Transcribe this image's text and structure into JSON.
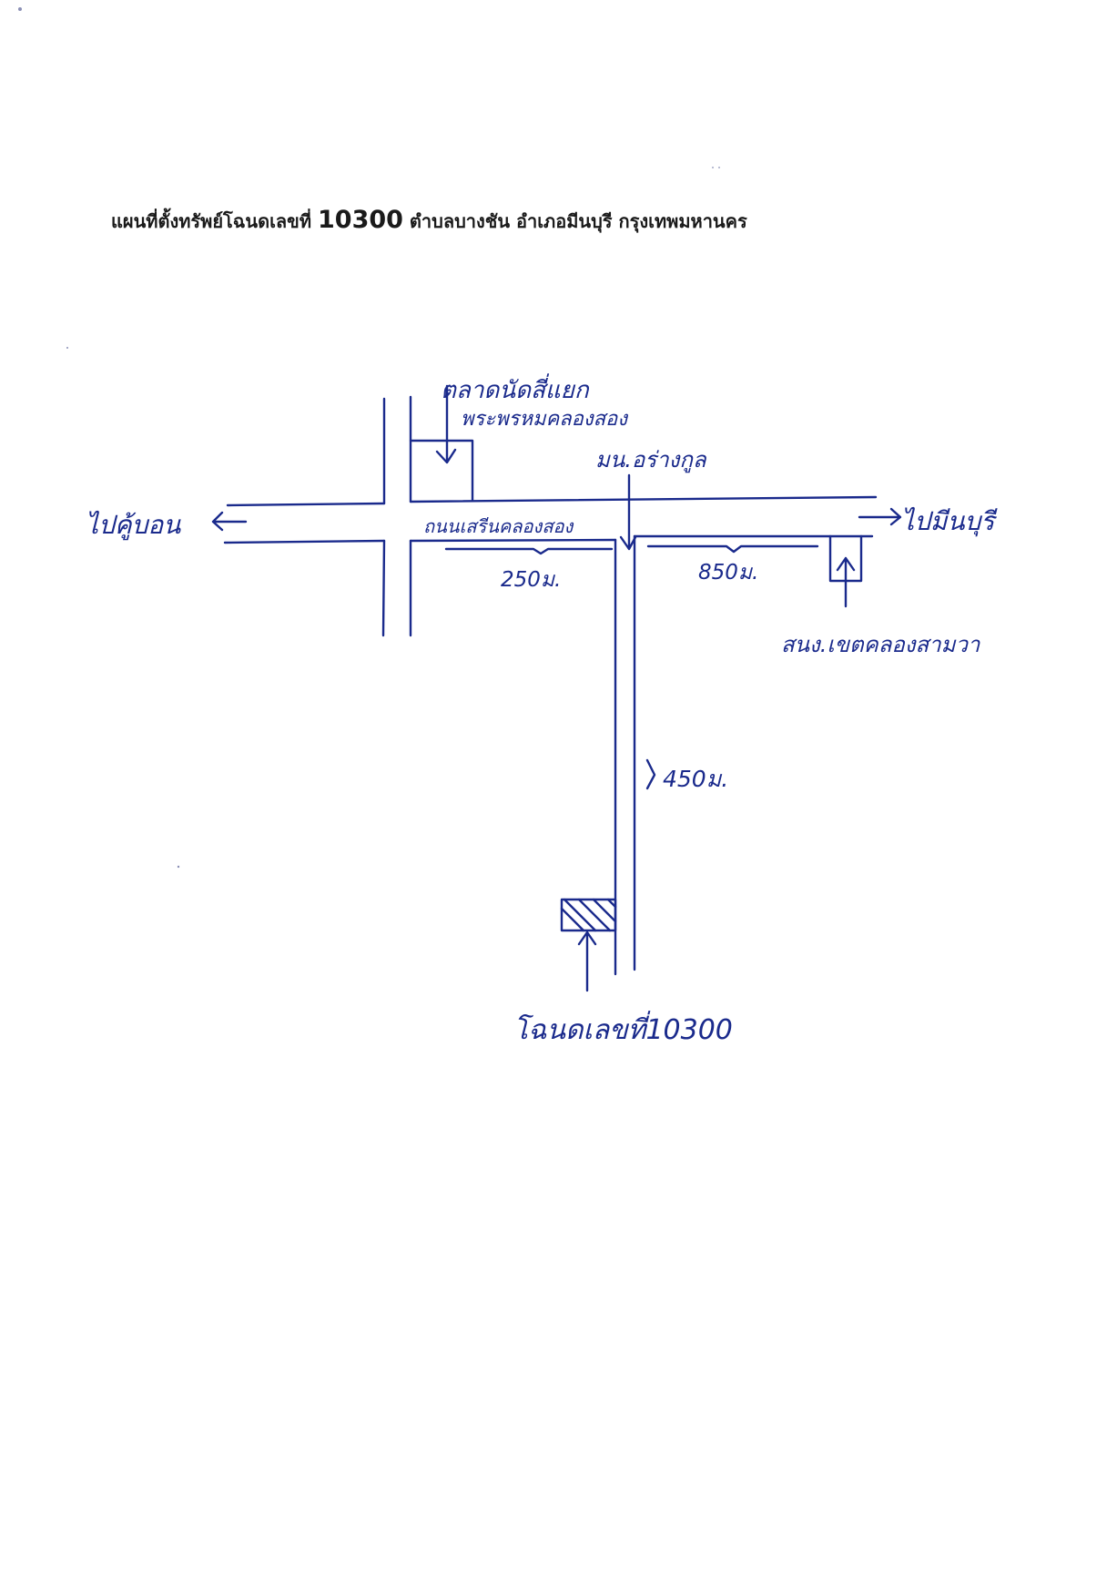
{
  "title": {
    "prefix": "แผนที่ตั้งทรัพย์โฉนดเลขที่",
    "number": "10300",
    "suffix": "ตำบลบางชัน อำเภอมีนบุรี กรุงเทพมหานคร"
  },
  "labels": {
    "market_line1": "ตลาดนัดสี่แยก",
    "market_line2": "พระพรหมคลองสอง",
    "village": "มน.อร่างกูล",
    "road": "ถนนเสรีนคลองสอง",
    "to_left": "ไปคู้บอน",
    "to_right": "ไปมีนบุรี",
    "dist_250": "250ม.",
    "dist_850": "850ม.",
    "dist_450": "450ม.",
    "office": "สนง.เขตคลองสามวา",
    "parcel": "โฉนดเลขที่10300"
  },
  "colors": {
    "ink": "#1a2a8c",
    "title": "#1a1a1a"
  }
}
